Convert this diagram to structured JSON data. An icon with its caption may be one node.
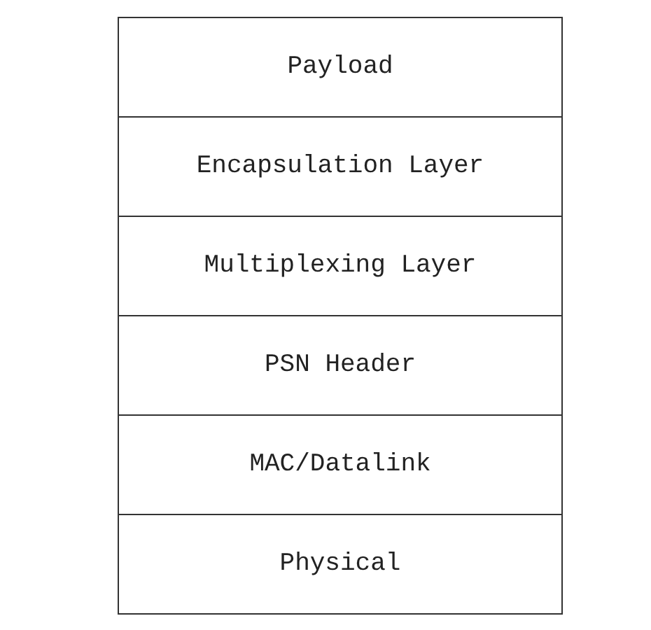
{
  "diagram": {
    "nodes": [
      {
        "text": [
          "Payload"
        ]
      },
      {
        "text": [
          "Encapsulation Layer"
        ]
      },
      {
        "text": [
          "Multiplexing Layer"
        ]
      },
      {
        "text": [
          "PSN Header"
        ]
      },
      {
        "text": [
          "MAC/Datalink"
        ]
      },
      {
        "text": [
          "Physical"
        ]
      }
    ]
  }
}
